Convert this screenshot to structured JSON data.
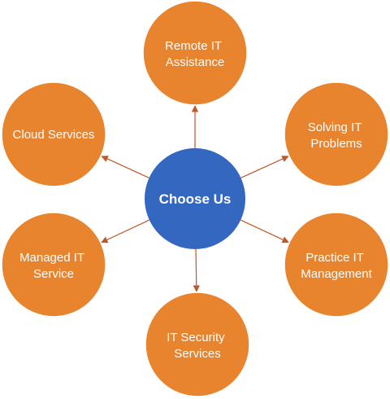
{
  "colors": {
    "center_fill": "#3367C0",
    "node_fill": "#E8832E",
    "arrow": "#C0562A"
  },
  "center": {
    "label": "Choose Us"
  },
  "nodes": [
    {
      "id": "remote-it-assistance",
      "lines": [
        "Remote IT",
        "Assistance"
      ]
    },
    {
      "id": "solving-it-problems",
      "lines": [
        "Solving IT",
        "Problems"
      ]
    },
    {
      "id": "practice-it-management",
      "lines": [
        "Practice IT",
        "Management"
      ]
    },
    {
      "id": "it-security-services",
      "lines": [
        "IT Security",
        "Services"
      ]
    },
    {
      "id": "managed-it-service",
      "lines": [
        "Managed IT",
        "Service"
      ]
    },
    {
      "id": "cloud-services",
      "lines": [
        "Cloud Services"
      ]
    }
  ]
}
